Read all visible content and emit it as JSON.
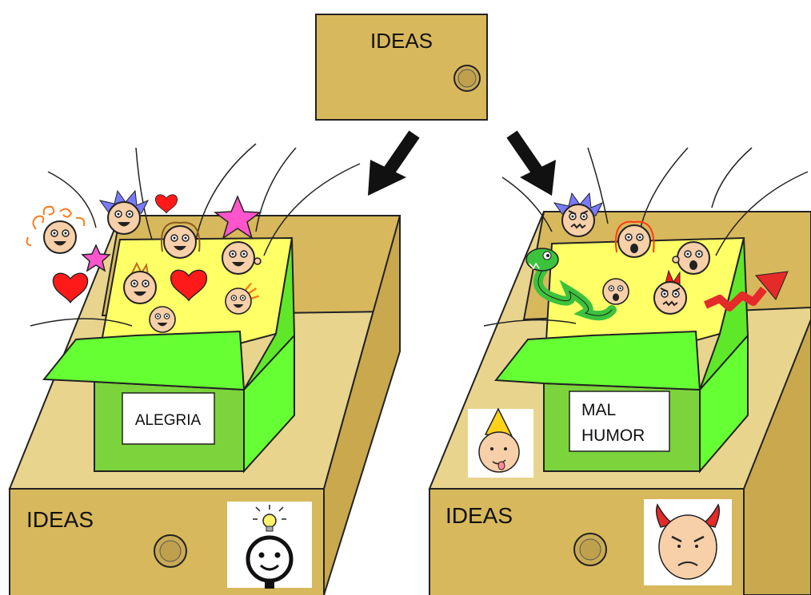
{
  "top_drawer": {
    "label": "IDEAS"
  },
  "left_drawer": {
    "label": "IDEAS",
    "box_label": "ALEGRIA"
  },
  "right_drawer": {
    "label": "IDEAS",
    "box_label_line1": "MAL",
    "box_label_line2": "HUMOR"
  },
  "colors": {
    "drawer": "#d8b85c",
    "drawer_inner": "#e9d48e",
    "box_green": "#7cd43c",
    "box_green_bright": "#66ff33",
    "box_inside": "#ffff66",
    "outline": "#222222",
    "heart": "#ff1a1a",
    "star": "#ff55cc",
    "face": "#f7cfa8"
  }
}
